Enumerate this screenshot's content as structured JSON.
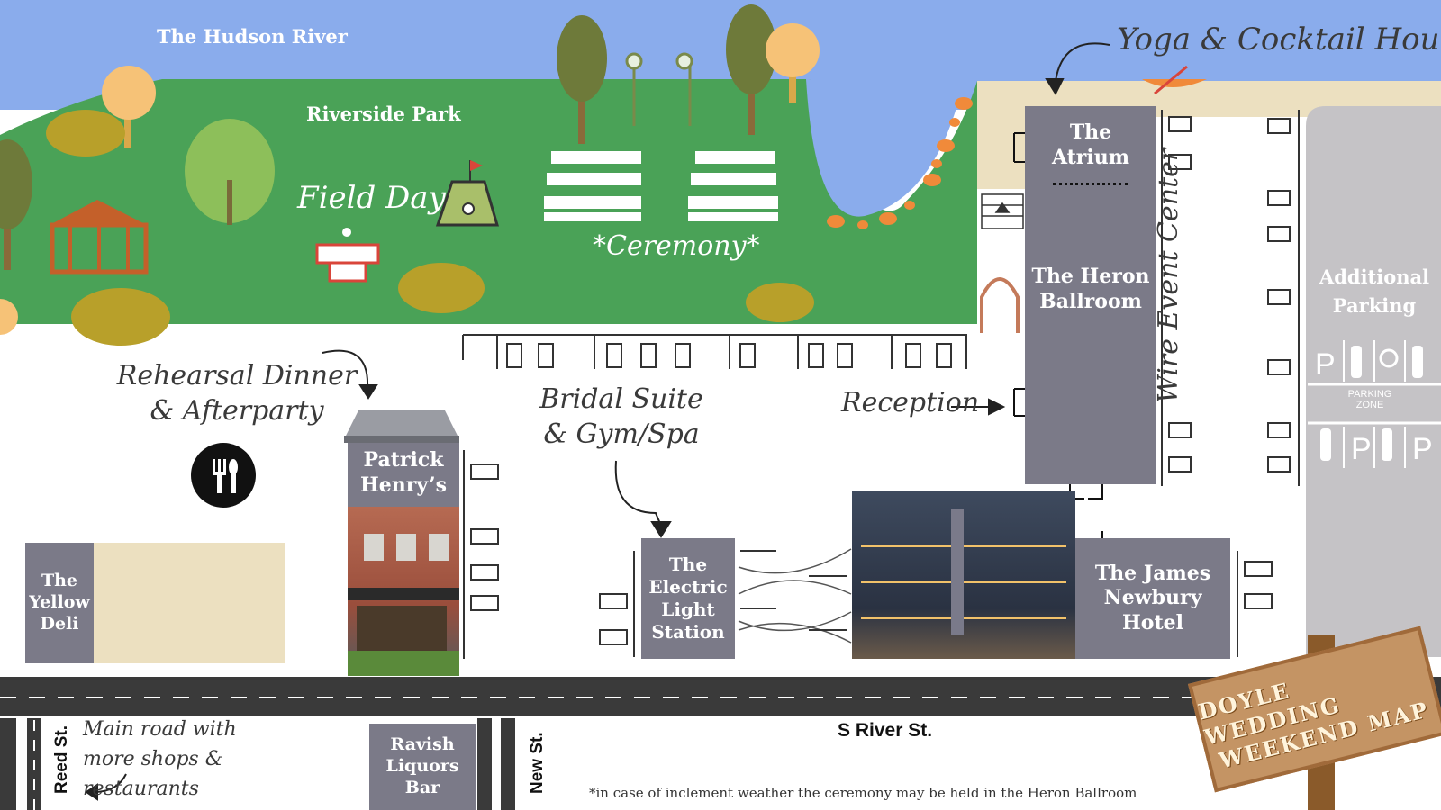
{
  "river_label": "The Hudson River",
  "park": {
    "name": "Riverside Park",
    "field_day": "Field Day",
    "ceremony": "*Ceremony*"
  },
  "yoga_label": "Yoga & Cocktail Hour",
  "event_center": {
    "name": "Wire Event Center",
    "atrium": "The Atrium",
    "ballroom": "The Heron Ballroom"
  },
  "additional_parking": "Additional Parking",
  "parking_zone": "PARKING ZONE",
  "parking_symbol": "P",
  "rehearsal_label": "Rehearsal Dinner & Afterparty",
  "patrick_henrys": "Patrick Henry’s",
  "bridal_label": "Bridal Suite & Gym/Spa",
  "reception_label": "Reception",
  "electric_light_station": "The Electric Light Station",
  "james_newbury": "The James Newbury Hotel",
  "yellow_deli": "The Yellow Deli",
  "ravish_bar": "Ravish Liquors Bar",
  "streets": {
    "reed": "Reed St.",
    "new": "New St.",
    "river": "S River St."
  },
  "main_road_note": "Main road with more shops & restaurants",
  "weather_note": "*in case of inclement weather the ceremony may be held in the Heron Ballroom",
  "sign": {
    "line1": "DOYLE WEDDING",
    "line2": "WEEKEND MAP"
  },
  "colors": {
    "water": "#8aacec",
    "grass": "#4aa257",
    "building": "#7b7a88",
    "sand": "#ece0c0",
    "road": "#3a3a3a",
    "parking_lot": "#c5c3c6"
  }
}
